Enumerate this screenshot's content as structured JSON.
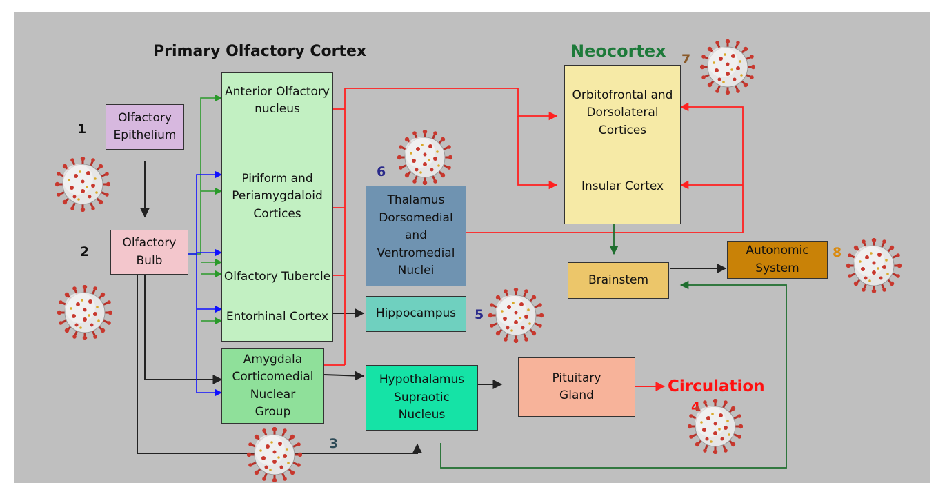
{
  "headings": {
    "primary": "Primary Olfactory Cortex",
    "neocortex": "Neocortex",
    "circulation": "Circulation"
  },
  "numbers": {
    "n1": "1",
    "n2": "2",
    "n3": "3",
    "n4": "4",
    "n5": "5",
    "n6": "6",
    "n7": "7",
    "n8": "8"
  },
  "nodes": {
    "epithelium": "Olfactory\nEpithelium",
    "bulb": "Olfactory\nBulb",
    "aon": "Anterior\nOlfactory\nnucleus",
    "piriform": "Piriform\nand\nPeriamygdaloid\nCortices",
    "tubercle": "Olfactory\nTubercle",
    "entorhinal": "Entorhinal\nCortex",
    "amygdala": "Amygdala\nCorticomedial\nNuclear\nGroup",
    "thalamus": "Thalamus\nDorsomedial\nand\nVentromedial\nNuclei",
    "hippocampus": "Hippocampus",
    "hypothalamus": "Hypothalamus\nSupraotic\nNucleus",
    "pituitary": "Pituitary\nGland",
    "orbitofrontal": "Orbitofrontal\nand\nDorsolateral\nCortices",
    "insular": "Insular\nCortex",
    "brainstem": "Brainstem",
    "autonomic": "Autonomic\nSystem"
  },
  "colors": {
    "background": "#bfbfbf",
    "epithelium": "#d7b8df",
    "bulb": "#f3c6cc",
    "primary_cortex": "#c2f0c2",
    "amygdala": "#8fe09a",
    "thalamus": "#6f93b1",
    "hippocampus": "#6fd0bf",
    "hypothalamus": "#15e3a6",
    "pituitary": "#f7b39a",
    "neocortex_box": "#f6eaa6",
    "brainstem": "#ecc66a",
    "autonomic": "#c98207",
    "neocortex_text": "#1d7a3a",
    "circulation_text": "#ff1010",
    "arrow_black": "#222222",
    "arrow_red": "#ff2020",
    "arrow_green": "#2a9a2a",
    "arrow_blue": "#1010ff",
    "arrow_darkgreen": "#1e6e2e",
    "virus_red": "#b3322a",
    "virus_grey": "#e6e6e6"
  },
  "icons": {
    "virus": "coronavirus-icon"
  }
}
